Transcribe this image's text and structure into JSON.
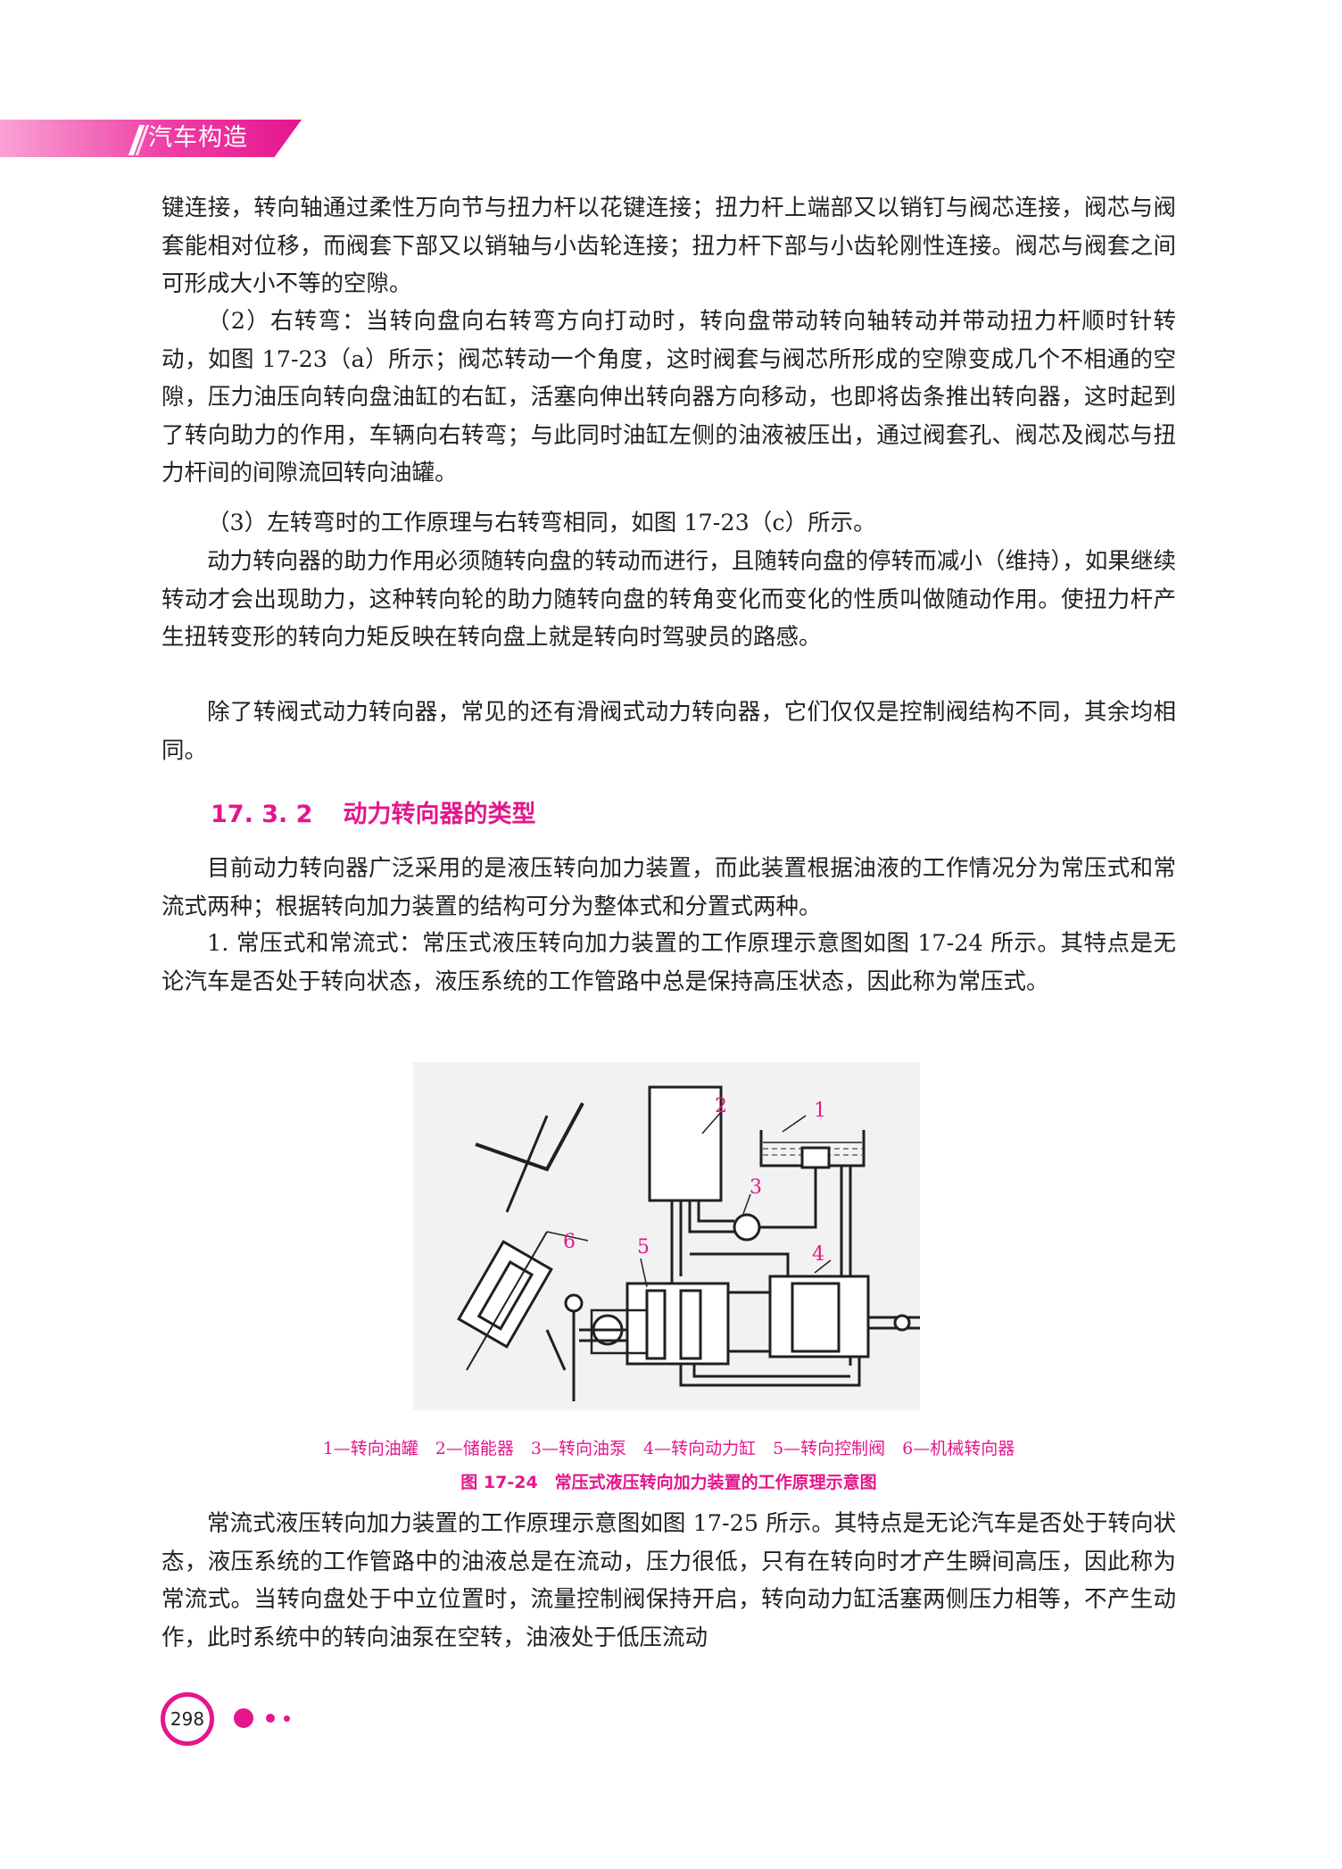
{
  "header": {
    "title": "汽车构造"
  },
  "paragraphs": [
    "键连接，转向轴通过柔性万向节与扭力杆以花键连接；扭力杆上端部又以销钉与阀芯连接，阀芯与阀套能相对位移，而阀套下部又以销轴与小齿轮连接；扭力杆下部与小齿轮刚性连接。阀芯与阀套之间可形成大小不等的空隙。",
    "（2）右转弯：当转向盘向右转弯方向打动时，转向盘带动转向轴转动并带动扭力杆顺时针转动，如图 17-23（a）所示；阀芯转动一个角度，这时阀套与阀芯所形成的空隙变成几个不相通的空隙，压力油压向转向盘油缸的右缸，活塞向伸出转向器方向移动，也即将齿条推出转向器，这时起到了转向助力的作用，车辆向右转弯；与此同时油缸左侧的油液被压出，通过阀套孔、阀芯及阀芯与扭力杆间的间隙流回转向油罐。",
    "（3）左转弯时的工作原理与右转弯相同，如图 17-23（c）所示。",
    "动力转向器的助力作用必须随转向盘的转动而进行，且随转向盘的停转而减小（维持），如果继续转动才会出现助力，这种转向轮的助力随转向盘的转角变化而变化的性质叫做随动作用。使扭力杆产生扭转变形的转向力矩反映在转向盘上就是转向时驾驶员的路感。",
    "除了转阀式动力转向器，常见的还有滑阀式动力转向器，它们仅仅是控制阀结构不同，其余均相同。"
  ],
  "section": {
    "number": "17. 3. 2",
    "title": "动力转向器的类型"
  },
  "paragraphs2": [
    "目前动力转向器广泛采用的是液压转向加力装置，而此装置根据油液的工作情况分为常压式和常流式两种；根据转向加力装置的结构可分为整体式和分置式两种。",
    "1. 常压式和常流式：常压式液压转向加力装置的工作原理示意图如图 17-24 所示。其特点是无论汽车是否处于转向状态，液压系统的工作管路中总是保持高压状态，因此称为常压式。"
  ],
  "figure": {
    "labels": [
      "1",
      "2",
      "3",
      "4",
      "5",
      "6"
    ],
    "legend": "1—转向油罐　2—储能器　3—转向油泵　4—转向动力缸　5—转向控制阀　6—机械转向器",
    "caption": "图 17-24　常压式液压转向加力装置的工作原理示意图"
  },
  "paragraphs3": [
    "常流式液压转向加力装置的工作原理示意图如图 17-25 所示。其特点是无论汽车是否处于转向状态，液压系统的工作管路中的油液总是在流动，压力很低，只有在转向时才产生瞬间高压，因此称为常流式。当转向盘处于中立位置时，流量控制阀保持开启，转向动力缸活塞两侧压力相等，不产生动作，此时系统中的转向油泵在空转，油液处于低压流动"
  ],
  "page_number": "298",
  "colors": {
    "accent": "#e4168d",
    "text": "#231f20"
  }
}
